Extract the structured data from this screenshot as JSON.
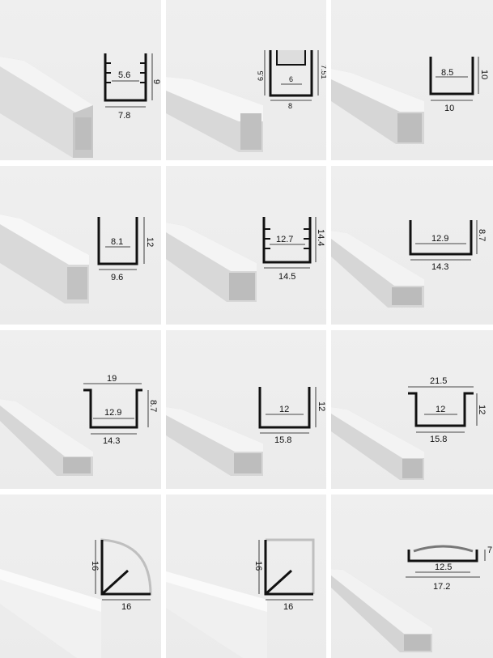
{
  "profiles": [
    {
      "id": "p1",
      "inner_width": "5.6",
      "outer_width": "7.8",
      "height": "9",
      "colors": {
        "profile": "#111111"
      }
    },
    {
      "id": "p2",
      "inner_width": "6",
      "outer_width": "8",
      "height_left": "6.5",
      "height_right": "7.51"
    },
    {
      "id": "p3",
      "inner_width": "8.5",
      "outer_width": "10",
      "height": "10"
    },
    {
      "id": "p4",
      "inner_width": "8.1",
      "outer_width": "9.6",
      "height": "12"
    },
    {
      "id": "p5",
      "inner_width": "12.7",
      "outer_width": "14.5",
      "height": "14.4"
    },
    {
      "id": "p6",
      "inner_width": "12.9",
      "outer_width": "14.3",
      "height": "8.7"
    },
    {
      "id": "p7",
      "flange_width": "19",
      "inner_width": "12.9",
      "outer_width": "14.3",
      "height": "8.7"
    },
    {
      "id": "p8",
      "inner_width": "12",
      "outer_width": "15.8",
      "height": "12"
    },
    {
      "id": "p9",
      "flange_width": "21.5",
      "inner_width": "12",
      "outer_width": "15.8",
      "height": "12"
    },
    {
      "id": "p10",
      "height": "16",
      "width": "16",
      "shape": "corner-round"
    },
    {
      "id": "p11",
      "height": "16",
      "width": "16",
      "shape": "corner-square"
    },
    {
      "id": "p12",
      "inner_width": "12.5",
      "outer_width": "17.2",
      "height": "7"
    }
  ]
}
